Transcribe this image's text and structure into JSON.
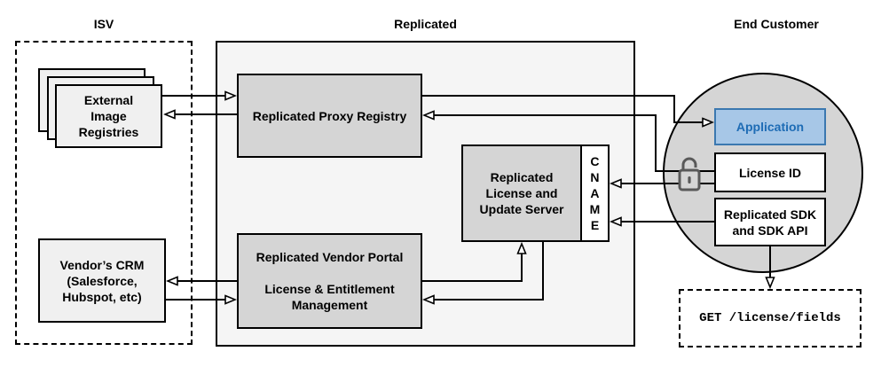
{
  "regions": {
    "isv": "ISV",
    "replicated": "Replicated",
    "end_customer": "End Customer"
  },
  "nodes": {
    "external_image_registries": "External\nImage\nRegistries",
    "vendors_crm": "Vendor’s CRM\n(Salesforce,\nHubspot, etc)",
    "proxy_registry": "Replicated Proxy Registry",
    "license_update_server": "Replicated\nLicense and\nUpdate Server",
    "cname": "C\nN\nA\nM\nE",
    "vendor_portal_title": "Replicated Vendor Portal",
    "vendor_portal_subtitle": "License & Entitlement\nManagement",
    "application": "Application",
    "license_id": "License ID",
    "replicated_sdk": "Replicated SDK\nand SDK API",
    "get_endpoint": "GET /license/fields"
  },
  "icons": {
    "lock": "open-padlock-icon"
  },
  "edges": [
    {
      "from": "external-image-registries",
      "to": "proxy-registry"
    },
    {
      "from": "proxy-registry",
      "to": "external-image-registries"
    },
    {
      "from": "proxy-registry",
      "to": "application"
    },
    {
      "from": "license-id",
      "to": "proxy-registry"
    },
    {
      "from": "license-id",
      "to": "cname"
    },
    {
      "from": "replicated-sdk",
      "to": "cname"
    },
    {
      "from": "vendor-portal",
      "to": "license-update-server"
    },
    {
      "from": "license-update-server",
      "to": "vendor-portal"
    },
    {
      "from": "vendor-portal",
      "to": "vendors-crm"
    },
    {
      "from": "vendors-crm",
      "to": "vendor-portal"
    },
    {
      "from": "replicated-sdk",
      "to": "get-endpoint"
    }
  ],
  "colors": {
    "outline": "#000000",
    "region_fill": "#f5f5f5",
    "node_fill": "#d5d5d5",
    "light_node_fill": "#f0f0f0",
    "circle_fill": "#d5d5d5",
    "application_fill": "#a7c7e7",
    "application_border": "#3b78b0",
    "application_text": "#1e6cb5",
    "lock_icon": "#595959"
  }
}
